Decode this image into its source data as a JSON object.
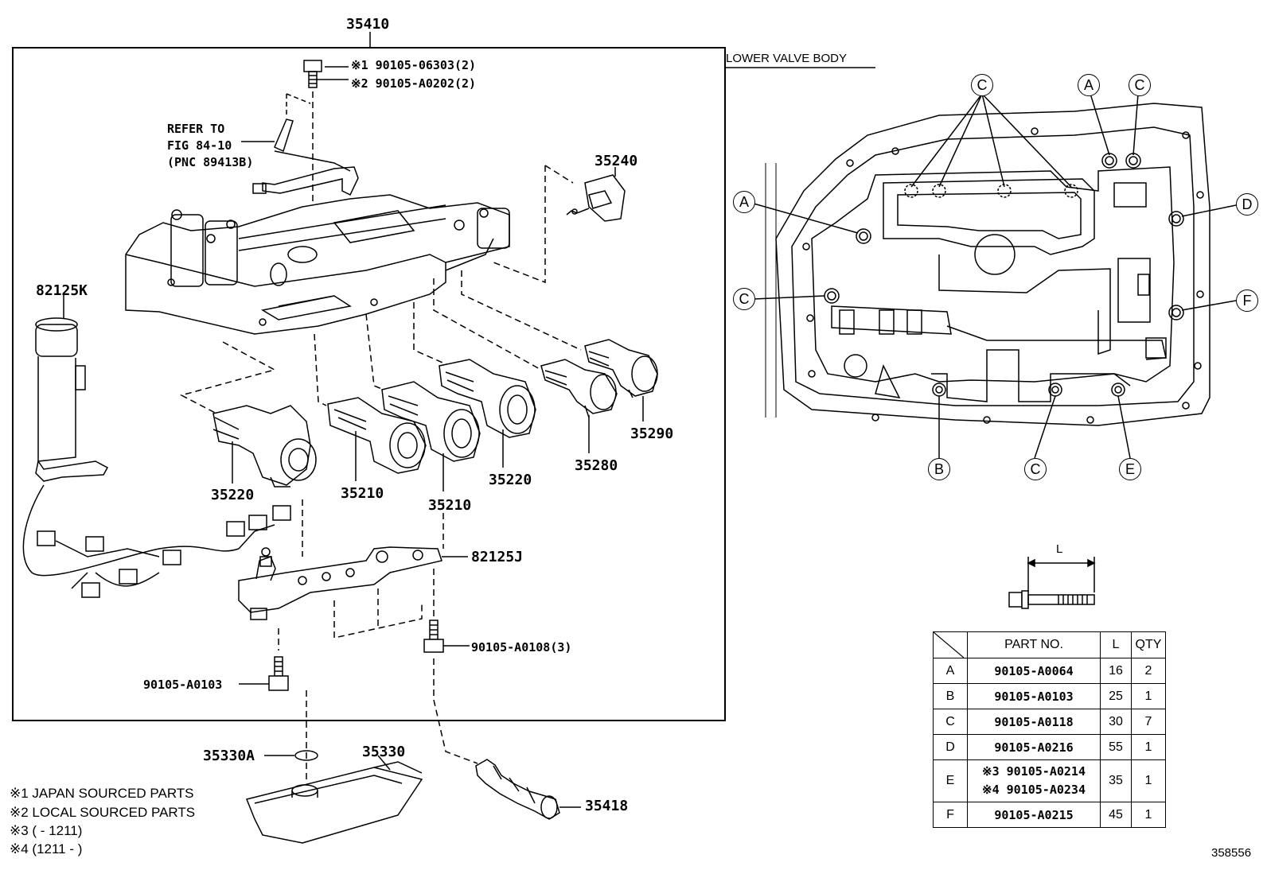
{
  "assembly": "35410",
  "bolt_notes": [
    "※1 90105-06303(2)",
    "※2 90105-A0202(2)"
  ],
  "refer": [
    "REFER TO",
    "FIG 84-10",
    "(PNC 89413B)"
  ],
  "parts": {
    "p35240": "35240",
    "p82125K": "82125K",
    "p35220a": "35220",
    "p35210a": "35210",
    "p35210b": "35210",
    "p35220b": "35220",
    "p35280": "35280",
    "p35290": "35290",
    "p82125J": "82125J",
    "p90105_A0108": "90105-A0108(3)",
    "p90105_A0103": "90105-A0103",
    "p35330A": "35330A",
    "p35330": "35330",
    "p35418": "35418"
  },
  "footnotes": [
    "※1 JAPAN SOURCED PARTS",
    "※2 LOCAL SOURCED PARTS",
    "※3 (        - 1211)",
    "※4 (1211 -        )"
  ],
  "lower_valve_body": "LOWER VALVE BODY",
  "callouts": {
    "c1": "C",
    "a1": "A",
    "c2": "C",
    "d": "D",
    "a2": "A",
    "c3": "C",
    "f": "F",
    "b": "B",
    "c4": "C",
    "e": "E"
  },
  "dimension_label": "L",
  "table": {
    "headers": [
      "",
      "PART NO.",
      "L",
      "QTY"
    ],
    "rows": [
      {
        "id": "A",
        "part": "90105-A0064",
        "l": "16",
        "qty": "2"
      },
      {
        "id": "B",
        "part": "90105-A0103",
        "l": "25",
        "qty": "1"
      },
      {
        "id": "C",
        "part": "90105-A0118",
        "l": "30",
        "qty": "7"
      },
      {
        "id": "D",
        "part": "90105-A0216",
        "l": "55",
        "qty": "1"
      },
      {
        "id": "E",
        "part": "※3 90105-A0214",
        "part2": "※4 90105-A0234",
        "l": "35",
        "qty": "1"
      },
      {
        "id": "F",
        "part": "90105-A0215",
        "l": "45",
        "qty": "1"
      }
    ]
  },
  "diagram_id": "358556"
}
